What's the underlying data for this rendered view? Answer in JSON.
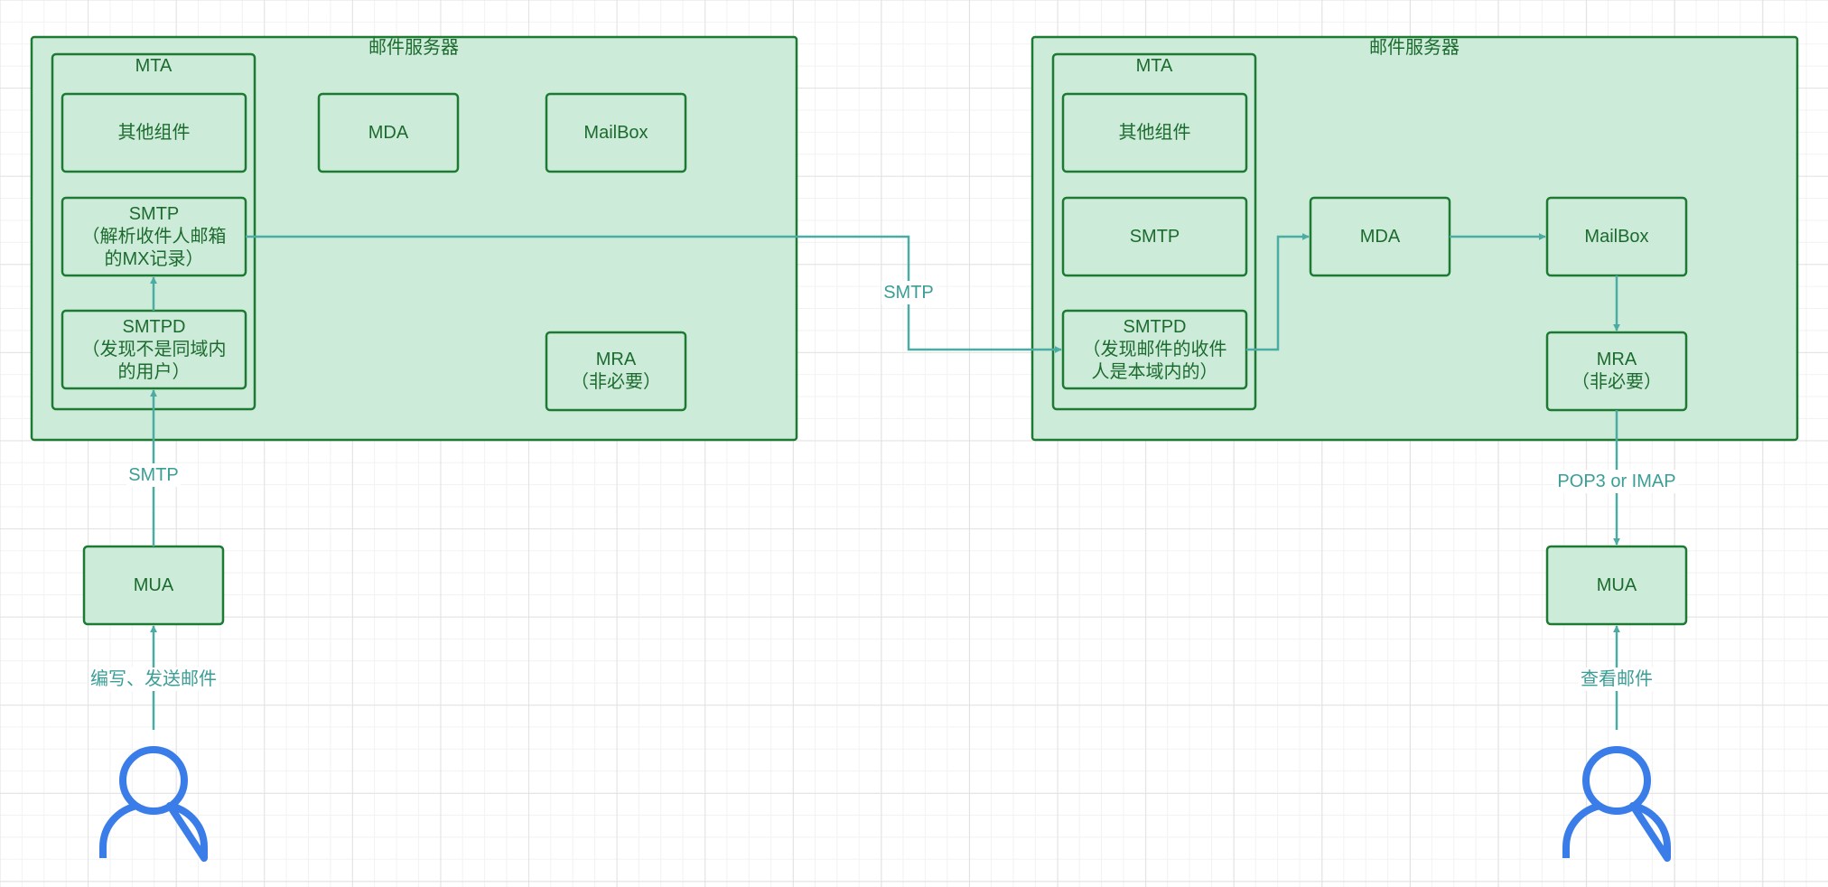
{
  "left_server": {
    "title": "邮件服务器",
    "mta_title": "MTA",
    "other": "其他组件",
    "smtp": "SMTP\n（解析收件人邮箱\n的MX记录）",
    "smtpd": "SMTPD\n（发现不是同域内\n的用户）",
    "mda": "MDA",
    "mailbox": "MailBox",
    "mra": "MRA\n（非必要）"
  },
  "right_server": {
    "title": "邮件服务器",
    "mta_title": "MTA",
    "other": "其他组件",
    "smtp": "SMTP",
    "smtpd": "SMTPD\n（发现邮件的收件\n人是本域内的）",
    "mda": "MDA",
    "mailbox": "MailBox",
    "mra": "MRA\n（非必要）"
  },
  "left_mua": "MUA",
  "right_mua": "MUA",
  "edges": {
    "left_user_to_mua": "编写、发送邮件",
    "left_mua_to_smtpd": "SMTP",
    "server_to_server": "SMTP",
    "mra_to_mua": "POP3 or IMAP",
    "right_user_to_mua": "查看邮件"
  },
  "colors": {
    "box_fill": "#cdebd9",
    "box_stroke": "#1c7a32",
    "text": "#1c6b2e",
    "arrow": "#4aaca2",
    "user_icon": "#3a7de8"
  }
}
